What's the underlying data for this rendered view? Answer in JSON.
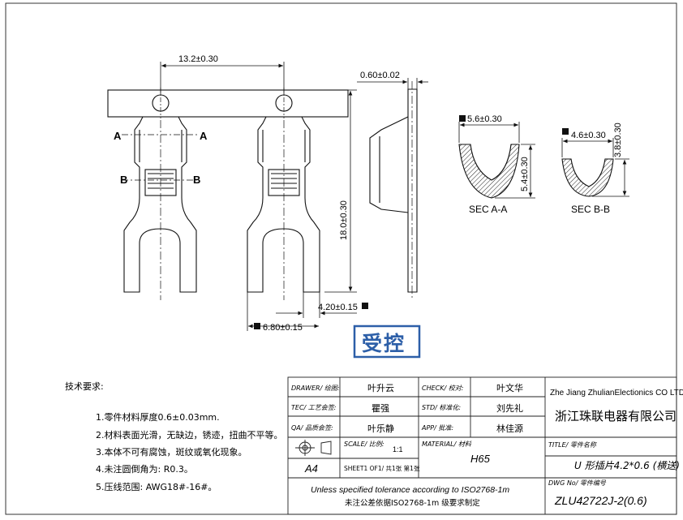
{
  "dims": {
    "top_width": "13.2±0.30",
    "thickness": "0.60±0.02",
    "height": "18.0±0.30",
    "slot": "4.20±0.15",
    "fork": "6.80±0.15",
    "sec_aa_width": "5.6±0.30",
    "sec_aa_height": "5.4±0.30",
    "sec_bb_width": "4.6±0.30",
    "sec_bb_height": "3.8±0.30"
  },
  "section_labels": {
    "a": "A",
    "b": "B",
    "sec_aa": "SEC A-A",
    "sec_bb": "SEC B-B"
  },
  "stamp": "受控",
  "tech": {
    "heading": "技术要求:",
    "items": [
      "1.零件材料厚度0.6±0.03mm.",
      "2.材料表面光滑，无缺边，锈迹，扭曲不平等。",
      "3.本体不可有腐蚀，斑纹或氧化现象。",
      "4.未注圆倒角为: R0.3。",
      "5.压线范围: AWG18#-16#。"
    ]
  },
  "title_block": {
    "drawer_label": "DRAWER/ 绘图:",
    "drawer": "叶升云",
    "check_label": "CHECK/ 校对:",
    "check": "叶文华",
    "tec_label": "TEC/ 工艺会签:",
    "tec": "瞿强",
    "std_label": "STD/ 标准化:",
    "std": "刘先礼",
    "qa_label": "QA/ 品质会签:",
    "qa": "叶乐静",
    "app_label": "APP/ 批准:",
    "app": "林佳源",
    "scale_label": "SCALE/ 比例:",
    "scale": "1:1",
    "material_label": "MATERIAL/ 材料",
    "material": "H65",
    "size": "A4",
    "sheet": "SHEET1 OF1/ 共1张 第1张",
    "company_en": "Zhe Jiang ZhulianElectionics CO LTD",
    "company_cn": "浙江珠联电器有限公司",
    "title_label": "TITLE/ 零件名称",
    "title": "U 形插片4.2*0.6 (横送)",
    "tolerance_en": "Unless specified tolerance according to ISO2768-1m",
    "tolerance_cn": "未注公差依据ISO2768-1m 级要求制定",
    "dwg_label": "DWG No/ 零件编号",
    "dwg_no": "ZLU42722J-2(0.6)"
  }
}
